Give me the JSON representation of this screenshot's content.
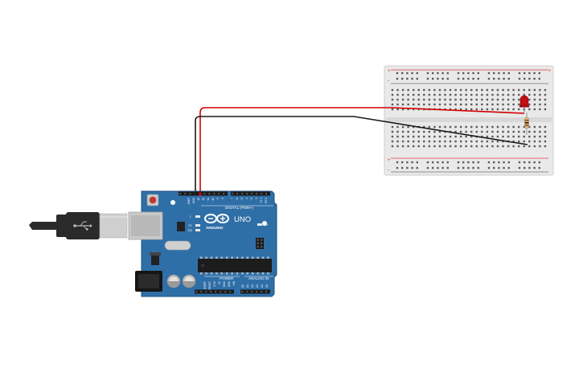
{
  "board": {
    "brand": "ARDUINO",
    "model": "UNO",
    "digital_label": "DIGITAL (PWM~)",
    "power_label": "POWER",
    "analog_label": "ANALOG IN",
    "tx_label": "TX",
    "rx_label": "RX",
    "on_label": "ON",
    "l_label": "L",
    "aref_label": "AREF",
    "gnd_label": "GND",
    "pin13_label": "13",
    "pin12_label": "12",
    "pin11_label": "~11",
    "pin10_label": "~10",
    "pin9_label": "~9",
    "pin8_label": "8",
    "pin7_label": "7",
    "pin6_label": "~6",
    "pin5_label": "~5",
    "pin4_label": "4",
    "pin3_label": "~3",
    "pin2_label": "2",
    "pin1_label": "TX 1",
    "pin0_label": "RX 0",
    "ioref_label": "IOREF",
    "reset_label": "RESET",
    "v33_label": "3.3V",
    "v5_label": "5V",
    "gnd1_label": "GND",
    "gnd2_label": "GND",
    "vin_label": "VIN",
    "a0_label": "A0",
    "a1_label": "A1",
    "a2_label": "A2",
    "a3_label": "A3",
    "a4_label": "A4",
    "a5_label": "A5"
  },
  "breadboard": {
    "plus_label": "+",
    "minus_label": "-"
  },
  "colors": {
    "board": "#2f6fa8",
    "board_edge": "#1f4f7d",
    "breadboard": "#e6e6e6",
    "rail_red": "#d93a3a",
    "rail_black": "#333333",
    "wire_red": "#d40000",
    "wire_black": "#1a1a1a",
    "led": "#c01010",
    "usb": "#2a2a2a"
  }
}
